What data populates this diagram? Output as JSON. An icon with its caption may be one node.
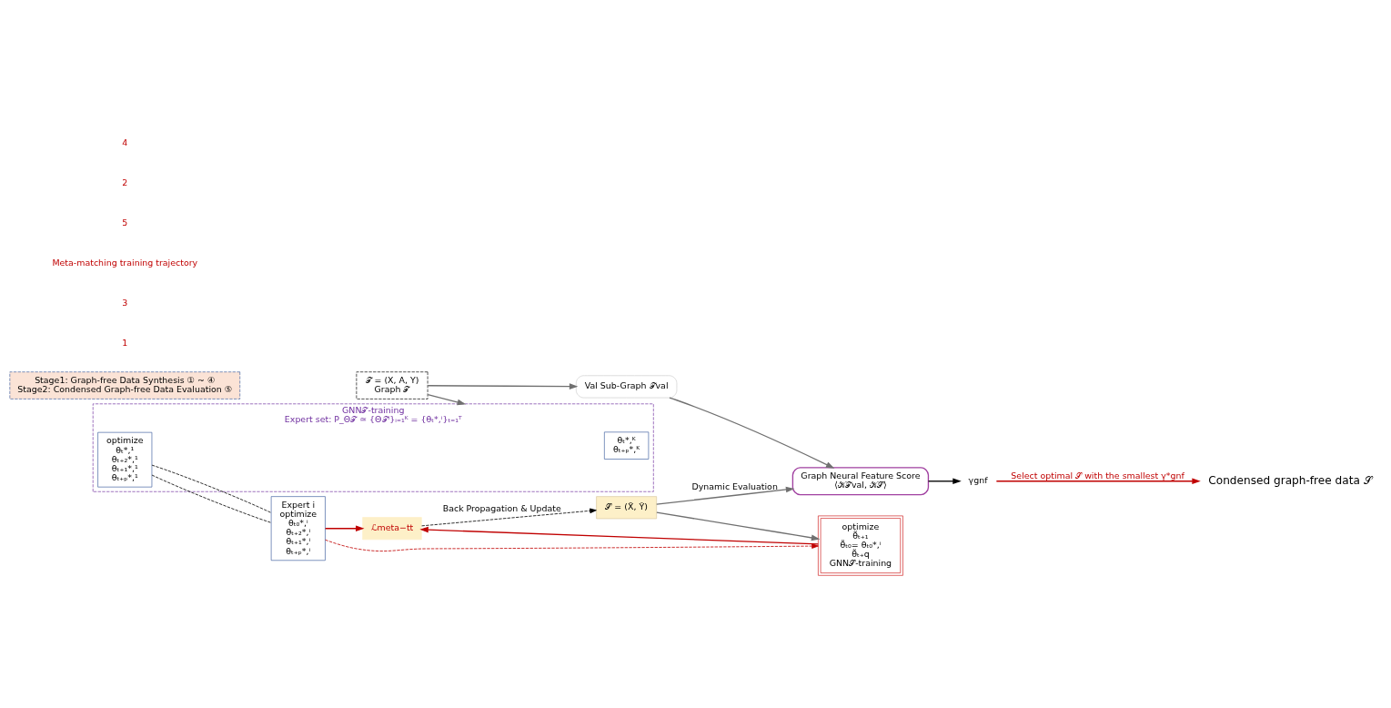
{
  "diagram": {
    "nodes": [
      {
        "text": [
          "𝒯 = (X, A, Y)",
          "Graph 𝒯"
        ]
      },
      {
        "text": [
          "GNN𝒯-training",
          "Expert set: P_Θ𝒯 ≃ {Θ𝒯ⁱ}ᵢ₌₁ᴷ = {θₜ*,ⁱ}ₜ₌₁ᵀ"
        ]
      },
      {
        "text": [
          "θₜ*,ᴷ",
          "θₜ₊ₚ*,ᴷ"
        ],
        "in": 1
      },
      {
        "text": [
          "optimize",
          "θₜ*,¹",
          "θₜ₊₂*,¹",
          "θₜ₊₁*,¹",
          "θₜ₊ₚ*,¹"
        ],
        "in": 1
      },
      {
        "text": [
          "Expert i",
          "optimize",
          "θₜ₀*,ⁱ",
          "θₜ₊₂*,ⁱ",
          "θₜ₊₁*,ⁱ",
          "θₜ₊ₚ*,ⁱ"
        ]
      },
      {
        "text": [
          "Stage1: Graph-free Data Synthesis ① ~ ④",
          "Stage2: Condensed Graph-free Data Evaluation ⑤"
        ]
      },
      {
        "text": [
          "ℒmeta−tt"
        ]
      },
      {
        "text": [
          "𝒮 = (X̃, Ỹ)"
        ]
      },
      {
        "text": [
          "optimize",
          "θ̃ₜ₊₁",
          "θ̃ₜ₀= θₜ₀*,ⁱ",
          "θ̃ₜ₊q",
          "GNN𝒮-training"
        ]
      },
      {
        "text": [
          "Graph Neural Feature Score",
          "⟨𝒦𝒯val, 𝒦𝒮⟩"
        ]
      },
      {
        "text": [
          "Val Sub-Graph 𝒯val"
        ]
      },
      {
        "text": [
          "γgnf"
        ]
      },
      {
        "text": [
          "Condensed graph-free data 𝒮"
        ]
      }
    ],
    "edges": [
      {
        "from": 0,
        "to": 1,
        "arrow": "to"
      },
      {
        "from": 0,
        "to": 10,
        "arrow": "to"
      },
      {
        "from": 10,
        "to": 9,
        "arrow": "to"
      },
      {
        "from": 7,
        "to": 9,
        "arrow": "to",
        "label": "Dynamic Evaluation"
      },
      {
        "from": 7,
        "to": 8,
        "arrow": "to"
      },
      {
        "from": 4,
        "to": 6,
        "arrow": "to",
        "color": "#c00000"
      },
      {
        "from": 8,
        "to": 6,
        "arrow": "to",
        "color": "#c00000"
      },
      {
        "from": 4,
        "to": 8,
        "arrow": "to",
        "style": "dashed",
        "color": "#c00000"
      },
      {
        "from": 6,
        "to": 7,
        "arrow": "to",
        "style": "dashed",
        "color": "#000000",
        "label": "Back Propagation & Update"
      },
      {
        "from": 9,
        "to": 11,
        "arrow": "to",
        "color": "#000000"
      },
      {
        "from": 11,
        "to": 12,
        "arrow": "to",
        "color": "#c00000",
        "label": "Select optimal 𝒮 with the smallest γ*gnf"
      },
      {
        "from": 3,
        "to": 4,
        "arrow": "none",
        "style": "dashed",
        "color": "#000000"
      },
      {
        "from": 3,
        "to": 4,
        "arrow": "none",
        "style": "dashed",
        "color": "#000000"
      }
    ],
    "labels": [
      "1",
      "3",
      "Meta-matching training trajectory",
      "5",
      "2",
      "4"
    ]
  }
}
